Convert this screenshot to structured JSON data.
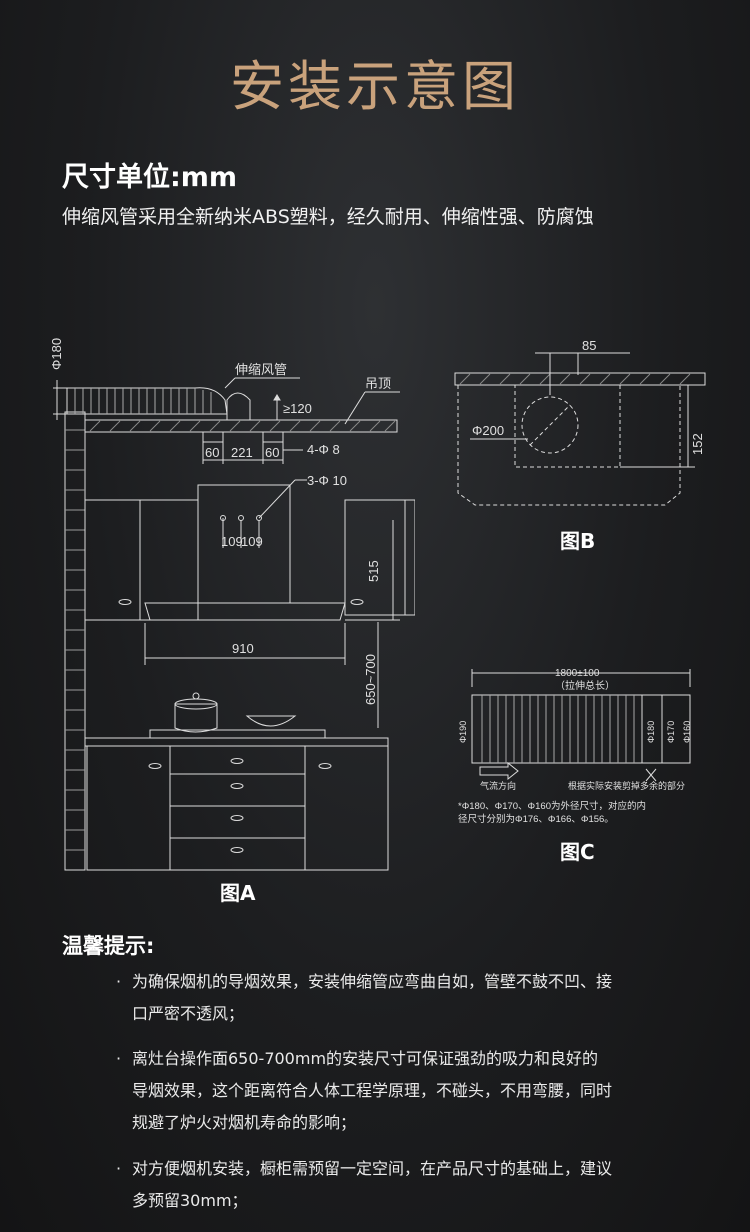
{
  "title": "安装示意图",
  "unit": "尺寸单位:mm",
  "description": "伸缩风管采用全新纳米ABS塑料，经久耐用、伸缩性强、防腐蚀",
  "figA": {
    "caption": "图A",
    "phi180": "Φ180",
    "duct": "伸缩风管",
    "ceiling": "吊顶",
    "gap": "≥120",
    "d60a": "60",
    "d221": "221",
    "d60b": "60",
    "holes4": "4-Φ 8",
    "holes3": "3-Φ 10",
    "d109a": "109",
    "d109b": "109",
    "d515": "515",
    "d910": "910",
    "d650": "650~700"
  },
  "figB": {
    "caption": "图B",
    "d85": "85",
    "phi200": "Φ200",
    "d152": "152"
  },
  "figC": {
    "caption": "图C",
    "length": "1800±100",
    "stretch": "（拉伸总长）",
    "phi190": "Φ190",
    "phi180": "Φ180",
    "phi170": "Φ170",
    "phi160": "Φ160",
    "airflow": "气流方向",
    "cut": "根据实际安装剪掉多余的部分",
    "note1": "*Φ180、Φ170、Φ160为外径尺寸，对应的内",
    "note2": "径尺寸分别为Φ176、Φ166、Φ156。"
  },
  "tips": {
    "title": "温馨提示:",
    "items": [
      {
        "l1": "为确保烟机的导烟效果，安装伸缩管应弯曲自如，管壁不鼓不凹、接",
        "l2": "口严密不透风；",
        "l3": ""
      },
      {
        "l1": "离灶台操作面650-700mm的安装尺寸可保证强劲的吸力和良好的",
        "l2": "导烟效果，这个距离符合人体工程学原理，不碰头，不用弯腰，同时",
        "l3": "规避了炉火对烟机寿命的影响；"
      },
      {
        "l1": "对方便烟机安装，橱柜需预留一定空间，在产品尺寸的基础上，建议",
        "l2": "多预留30mm；",
        "l3": ""
      }
    ]
  }
}
